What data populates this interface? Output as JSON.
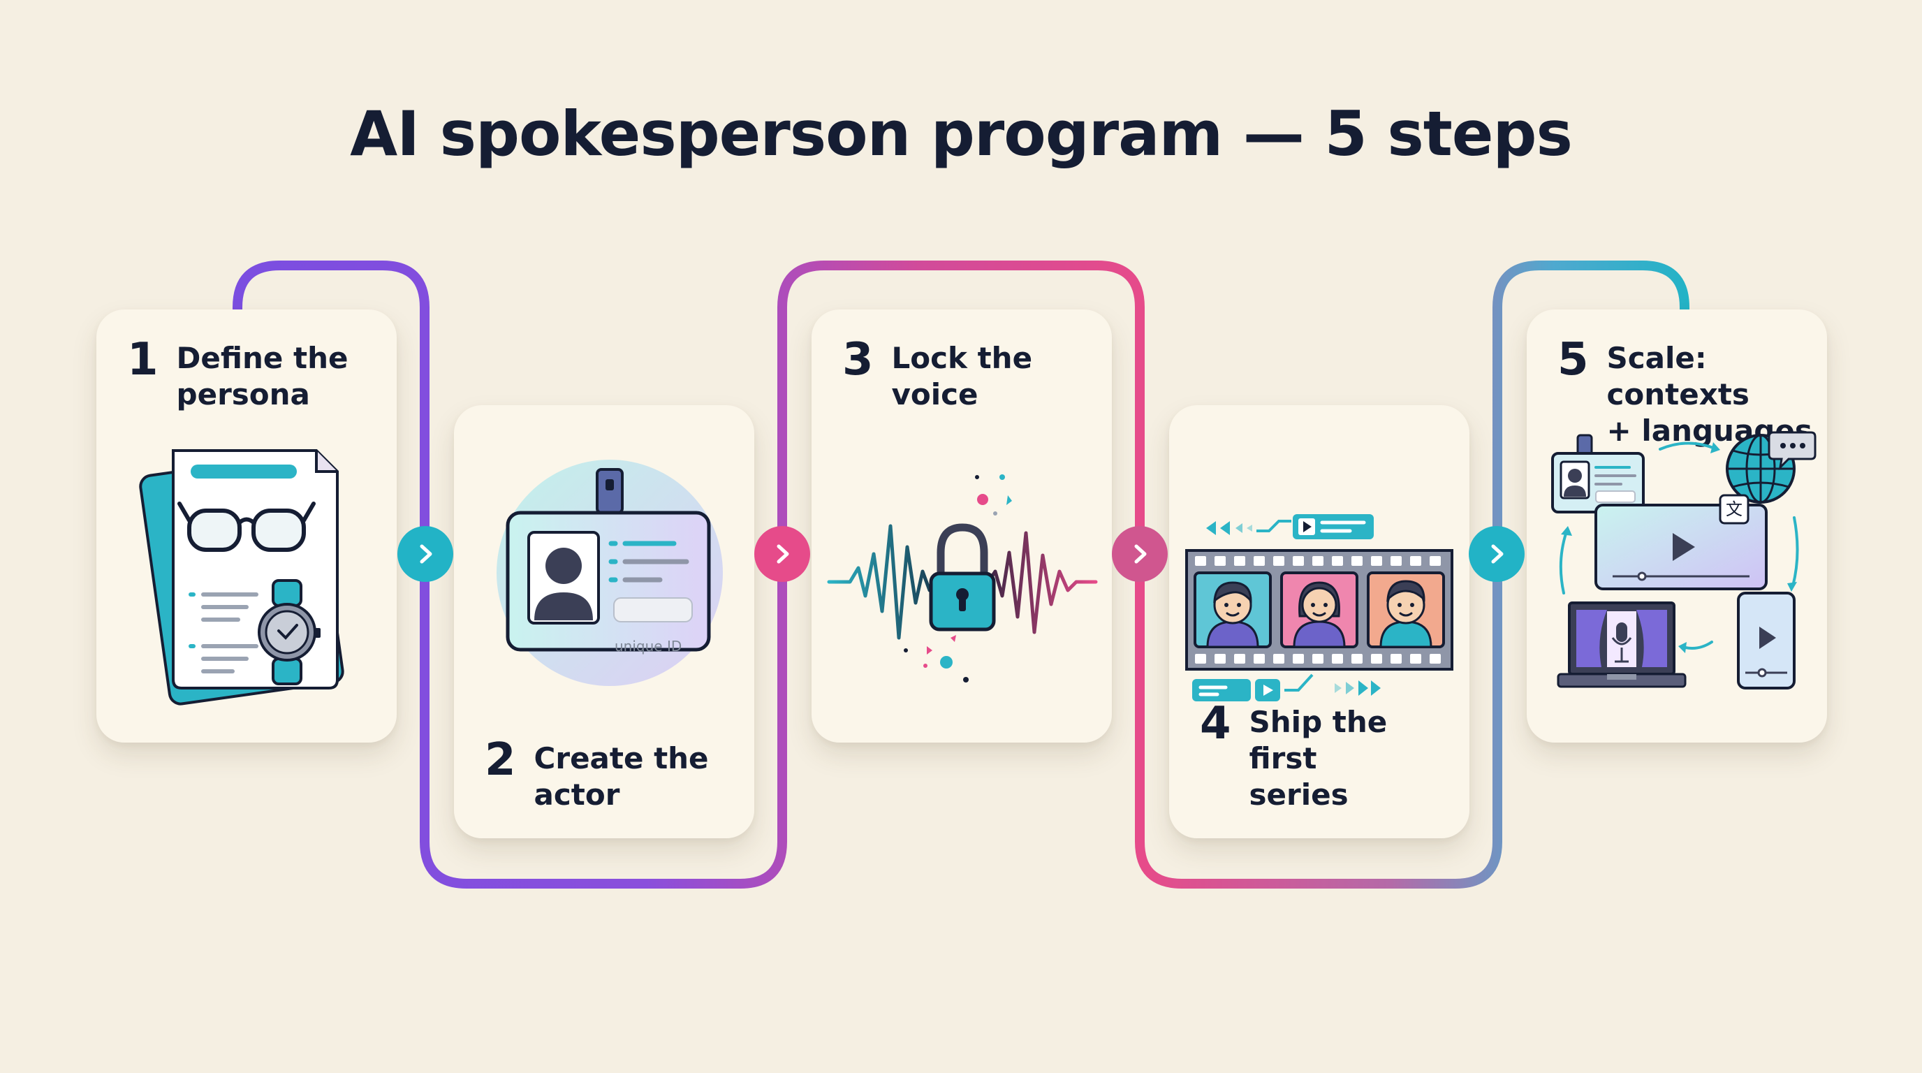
{
  "title": "AI spokesperson program — 5 steps",
  "colors": {
    "purple": "#7b4ee0",
    "pink": "#e64b8a",
    "teal": "#22b3c6",
    "navy": "#151d33",
    "card": "#fbf6ea",
    "background": "#f5efe2"
  },
  "steps": [
    {
      "number": "1",
      "label": "Define the\npersona",
      "icon": "persona-document-icon"
    },
    {
      "number": "2",
      "label": "Create the\nactor",
      "icon": "id-badge-icon",
      "badge_text": "unique ID"
    },
    {
      "number": "3",
      "label": "Lock the\nvoice",
      "icon": "voice-lock-icon"
    },
    {
      "number": "4",
      "label": "Ship the first\nseries",
      "icon": "film-strip-icon"
    },
    {
      "number": "5",
      "label": "Scale: contexts\n+ languages",
      "icon": "multi-channel-icon"
    }
  ],
  "arrows": [
    "chevron-right-icon",
    "chevron-right-icon",
    "chevron-right-icon",
    "chevron-right-icon"
  ]
}
